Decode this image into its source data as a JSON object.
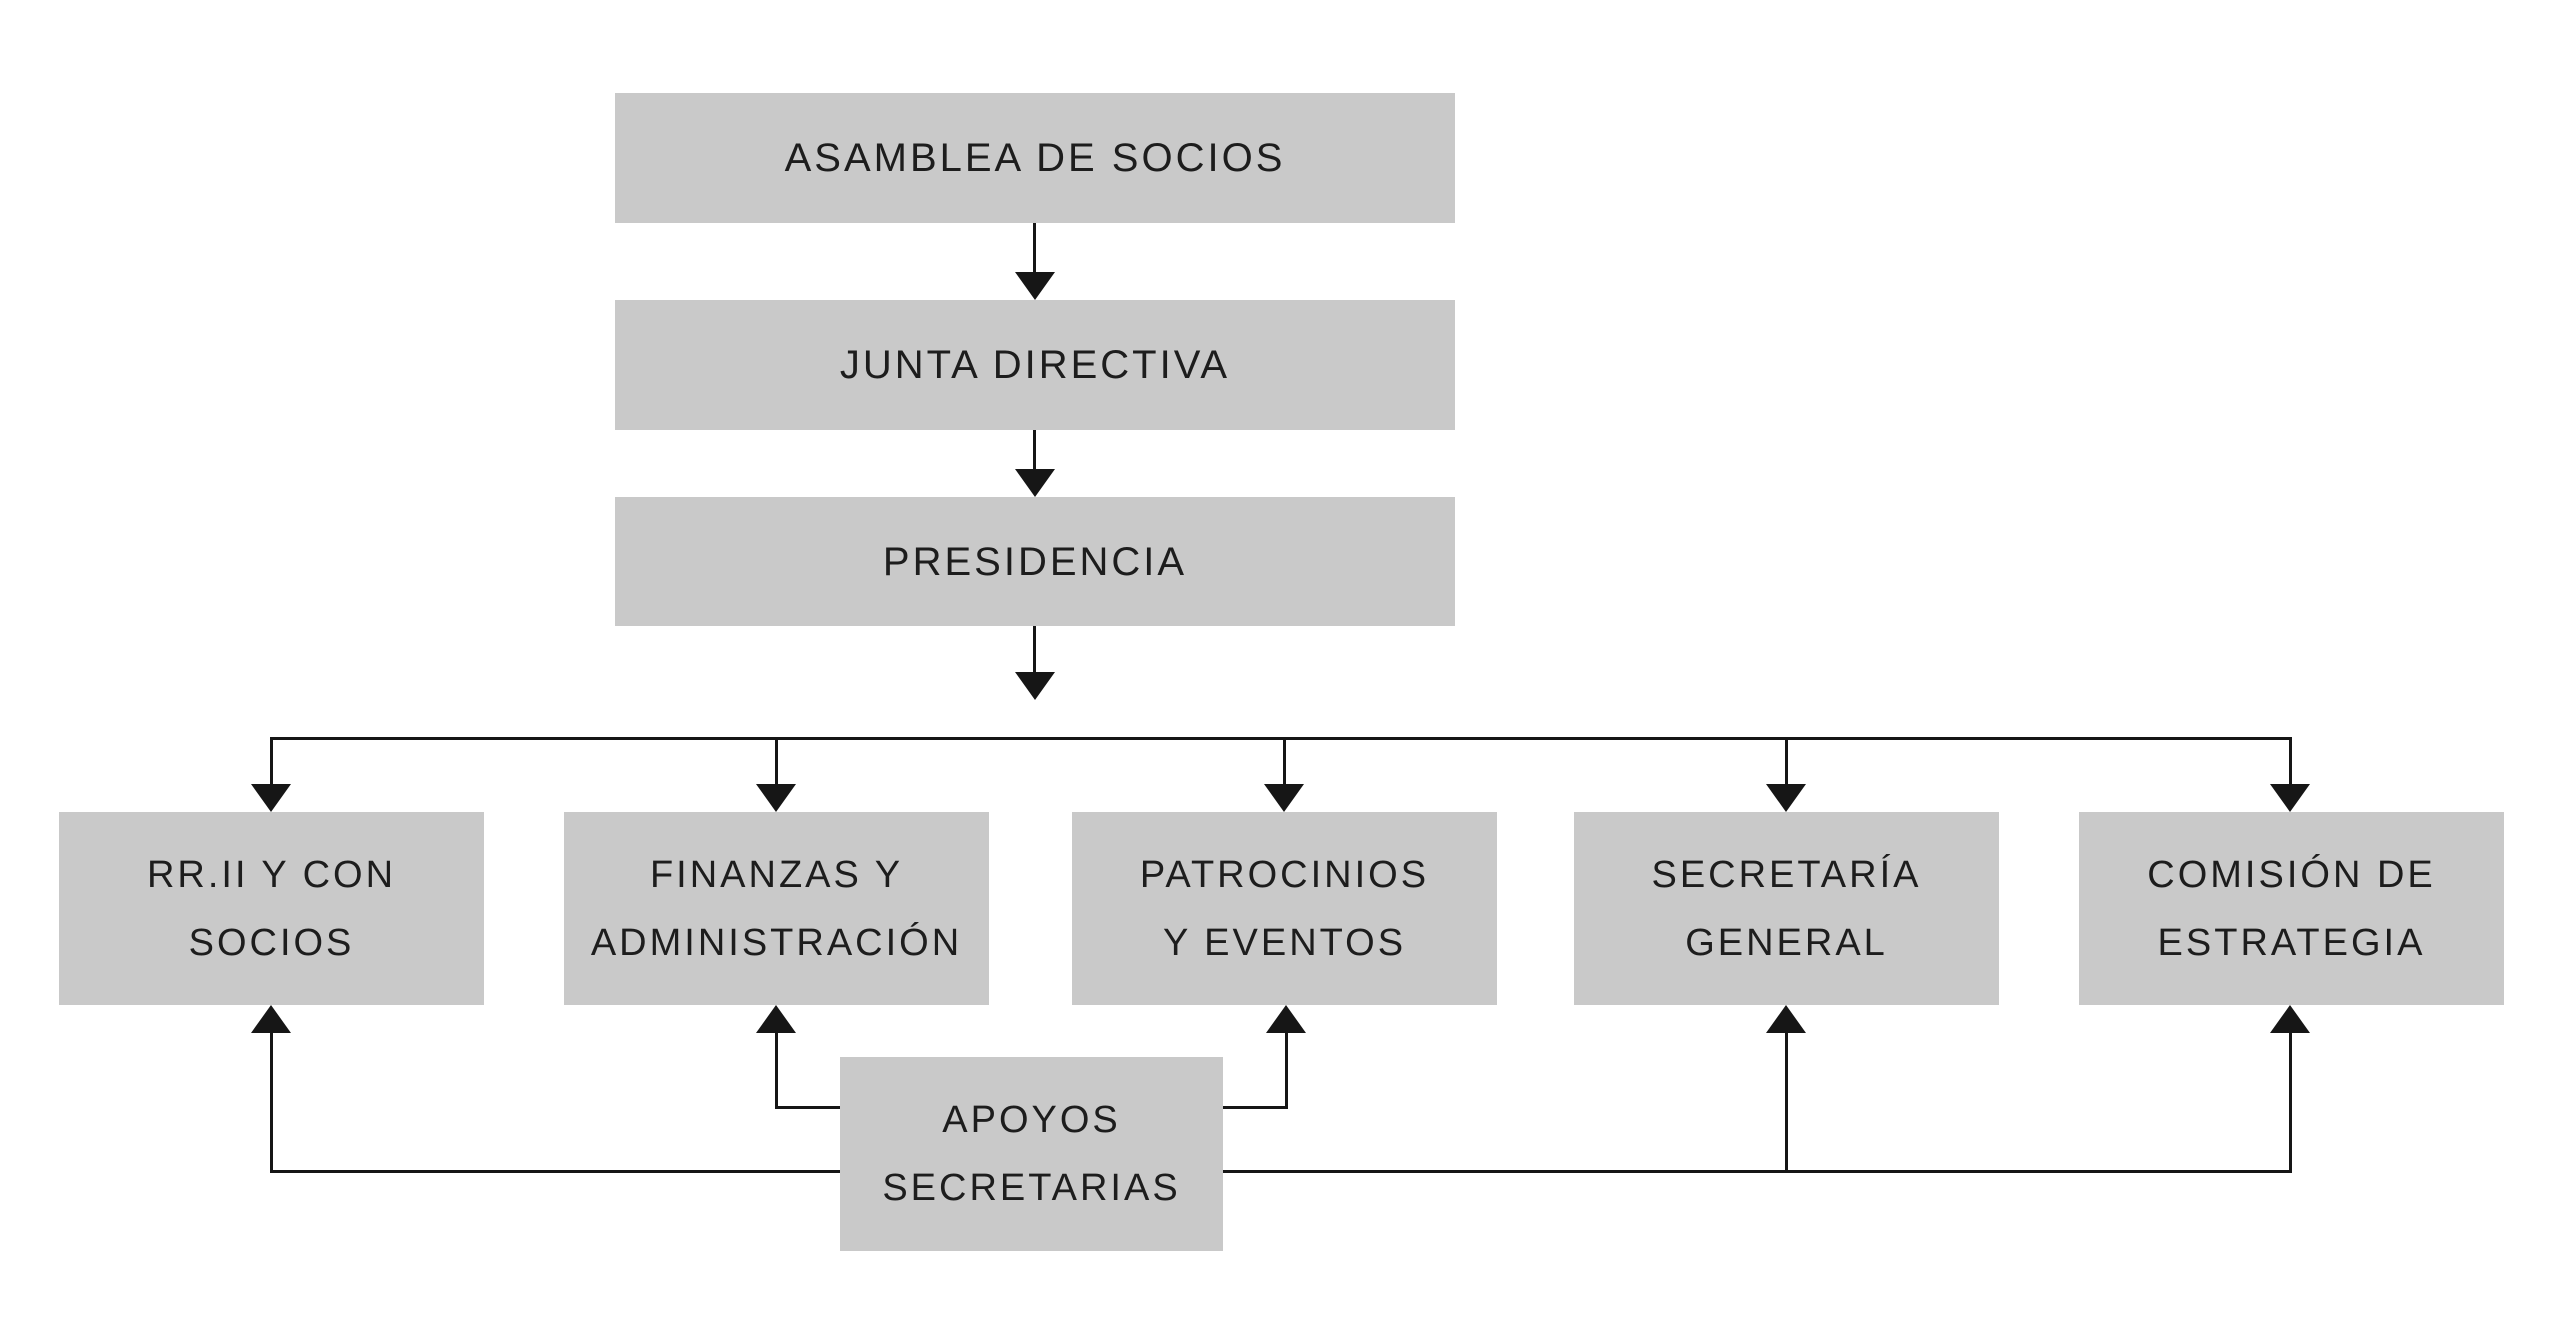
{
  "org": {
    "background_color": "#ffffff",
    "box_fill_color": "#c9c9c9",
    "connector_color": "#161616",
    "label_color": "#1d1d1d",
    "top_nodes": [
      {
        "id": "asamblea-de-socios",
        "label": "ASAMBLEA DE SOCIOS"
      },
      {
        "id": "junta-directiva",
        "label": "JUNTA DIRECTIVA"
      },
      {
        "id": "presidencia",
        "label": "PRESIDENCIA"
      }
    ],
    "departments": [
      {
        "id": "rrii-y-con-socios",
        "lines": [
          "RR.II Y CON",
          "SOCIOS"
        ]
      },
      {
        "id": "finanzas-y-administracion",
        "lines": [
          "FINANZAS Y",
          "ADMINISTRACIÓN"
        ]
      },
      {
        "id": "patrocinios-y-eventos",
        "lines": [
          "PATROCINIOS",
          "Y EVENTOS"
        ]
      },
      {
        "id": "secretaria-general",
        "lines": [
          "SECRETARÍA",
          "GENERAL"
        ]
      },
      {
        "id": "comision-de-estrategia",
        "lines": [
          "COMISIÓN DE",
          "ESTRATEGIA"
        ]
      }
    ],
    "support_node": {
      "id": "apoyos-secretarias",
      "lines": [
        "APOYOS",
        "SECRETARIAS"
      ]
    },
    "edges": [
      {
        "from": "asamblea-de-socios",
        "to": "junta-directiva",
        "style": "arrow-down"
      },
      {
        "from": "junta-directiva",
        "to": "presidencia",
        "style": "arrow-down"
      },
      {
        "from": "presidencia",
        "to": "rrii-y-con-socios",
        "style": "arrow-down"
      },
      {
        "from": "presidencia",
        "to": "finanzas-y-administracion",
        "style": "arrow-down"
      },
      {
        "from": "presidencia",
        "to": "patrocinios-y-eventos",
        "style": "arrow-down"
      },
      {
        "from": "presidencia",
        "to": "secretaria-general",
        "style": "arrow-down"
      },
      {
        "from": "presidencia",
        "to": "comision-de-estrategia",
        "style": "arrow-down"
      },
      {
        "from": "apoyos-secretarias",
        "to": "rrii-y-con-socios",
        "style": "arrow-up"
      },
      {
        "from": "apoyos-secretarias",
        "to": "finanzas-y-administracion",
        "style": "arrow-up"
      },
      {
        "from": "apoyos-secretarias",
        "to": "patrocinios-y-eventos",
        "style": "arrow-up"
      },
      {
        "from": "apoyos-secretarias",
        "to": "secretaria-general",
        "style": "arrow-up"
      },
      {
        "from": "apoyos-secretarias",
        "to": "comision-de-estrategia",
        "style": "arrow-up"
      }
    ]
  }
}
